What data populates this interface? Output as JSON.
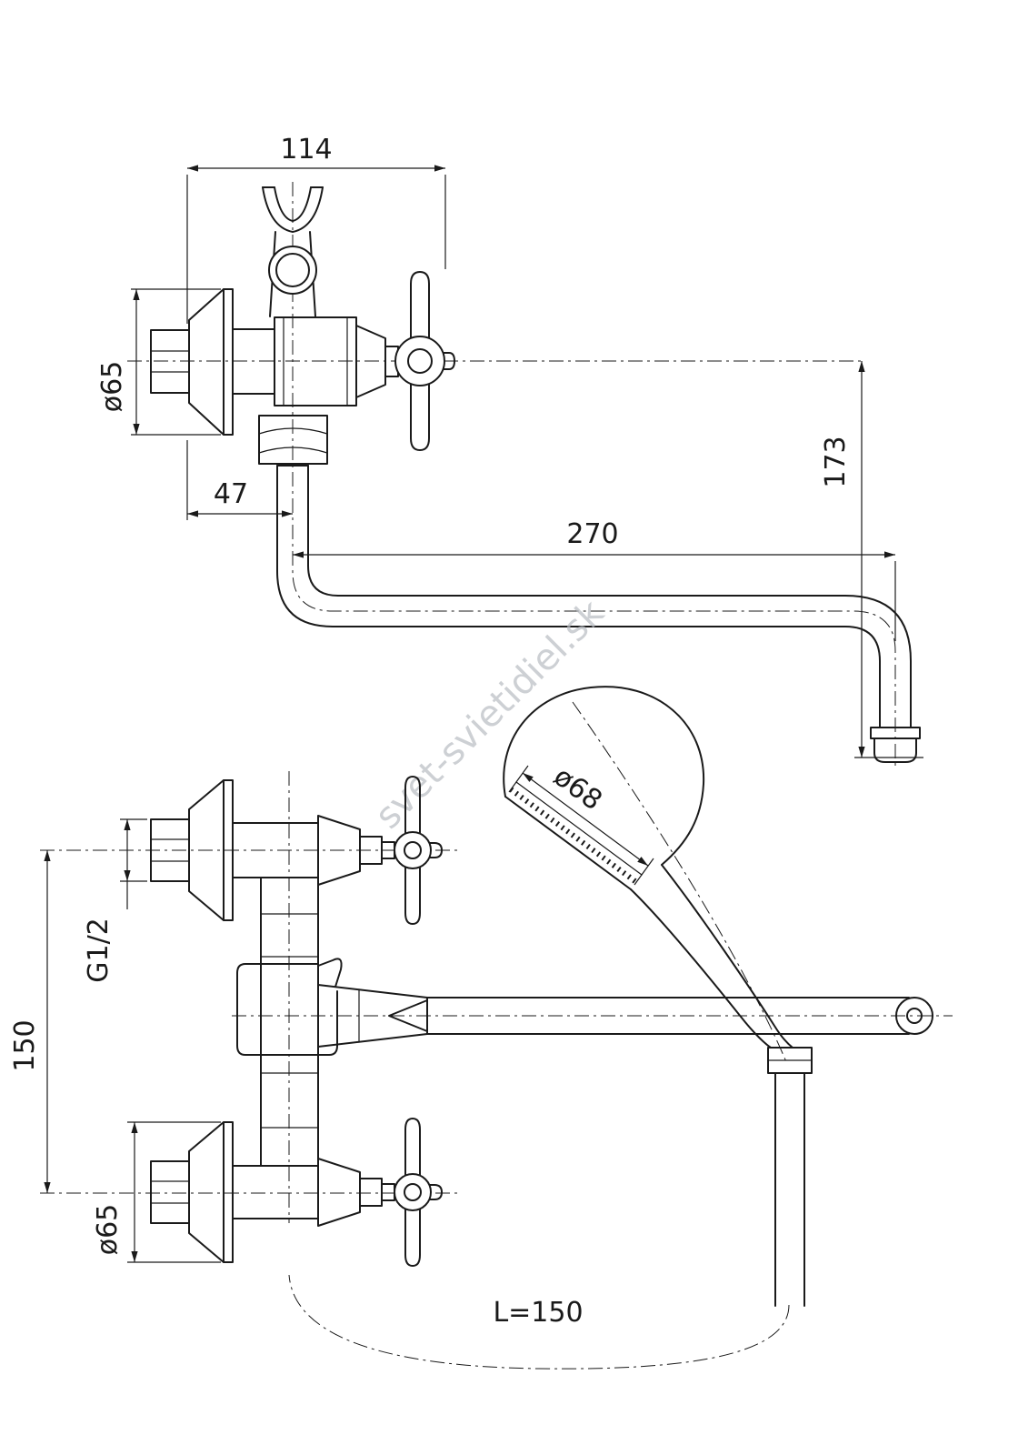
{
  "drawing": {
    "watermark": "svet-svietidiel.sk",
    "top_view": {
      "dim_width": "114",
      "dim_flange_dia": "ø65",
      "dim_offset": "47",
      "dim_spout_reach": "270",
      "dim_drop_height": "173"
    },
    "front_view": {
      "dim_thread": "G1/2",
      "dim_inlet_spacing": "150",
      "dim_flange_dia": "ø65",
      "dim_shower_head_dia": "ø68",
      "dim_hose_length": "L=150"
    }
  }
}
